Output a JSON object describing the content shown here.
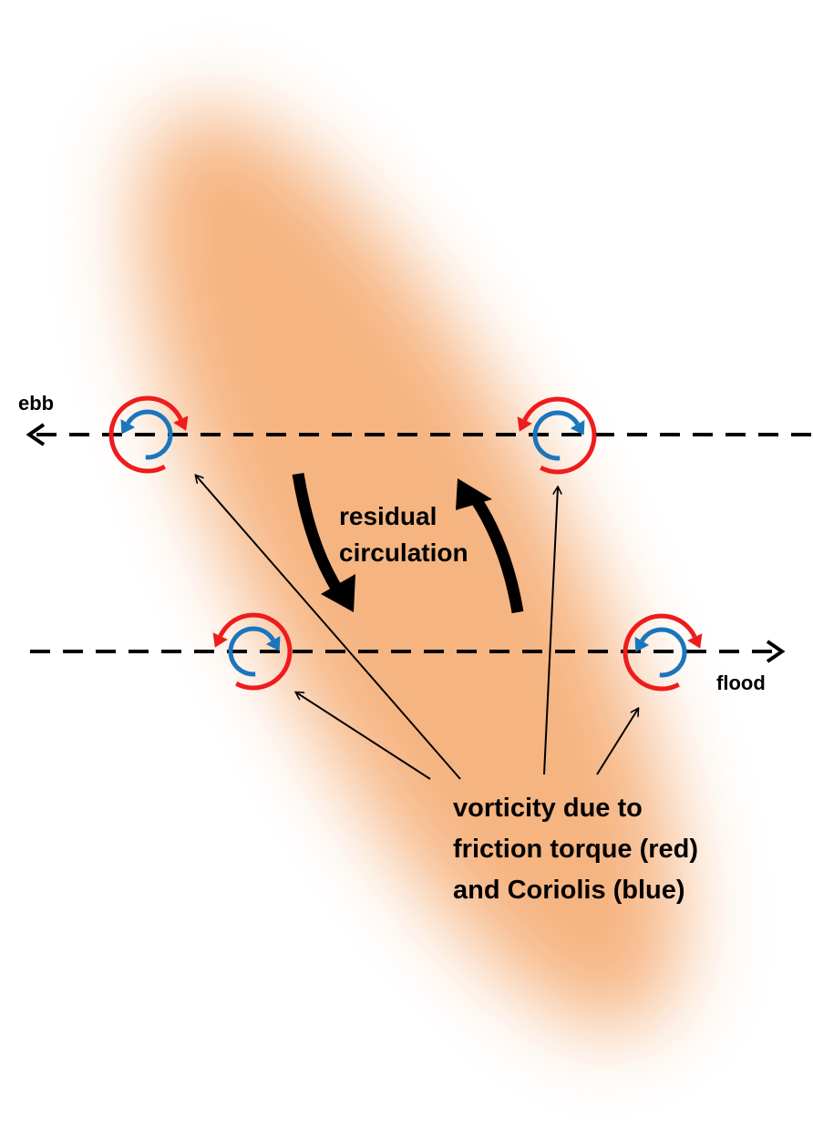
{
  "labels": {
    "ebb": "ebb",
    "flood": "flood",
    "residual_line1": "residual",
    "residual_line2": "circulation",
    "vorticity_line1": "vorticity due to",
    "vorticity_line2": "friction torque (red)",
    "vorticity_line3": "and Coriolis (blue)"
  },
  "colors": {
    "channel": "#f5b07a",
    "friction": "#ee1c1c",
    "coriolis": "#1b75bc",
    "arrows": "#000000"
  }
}
